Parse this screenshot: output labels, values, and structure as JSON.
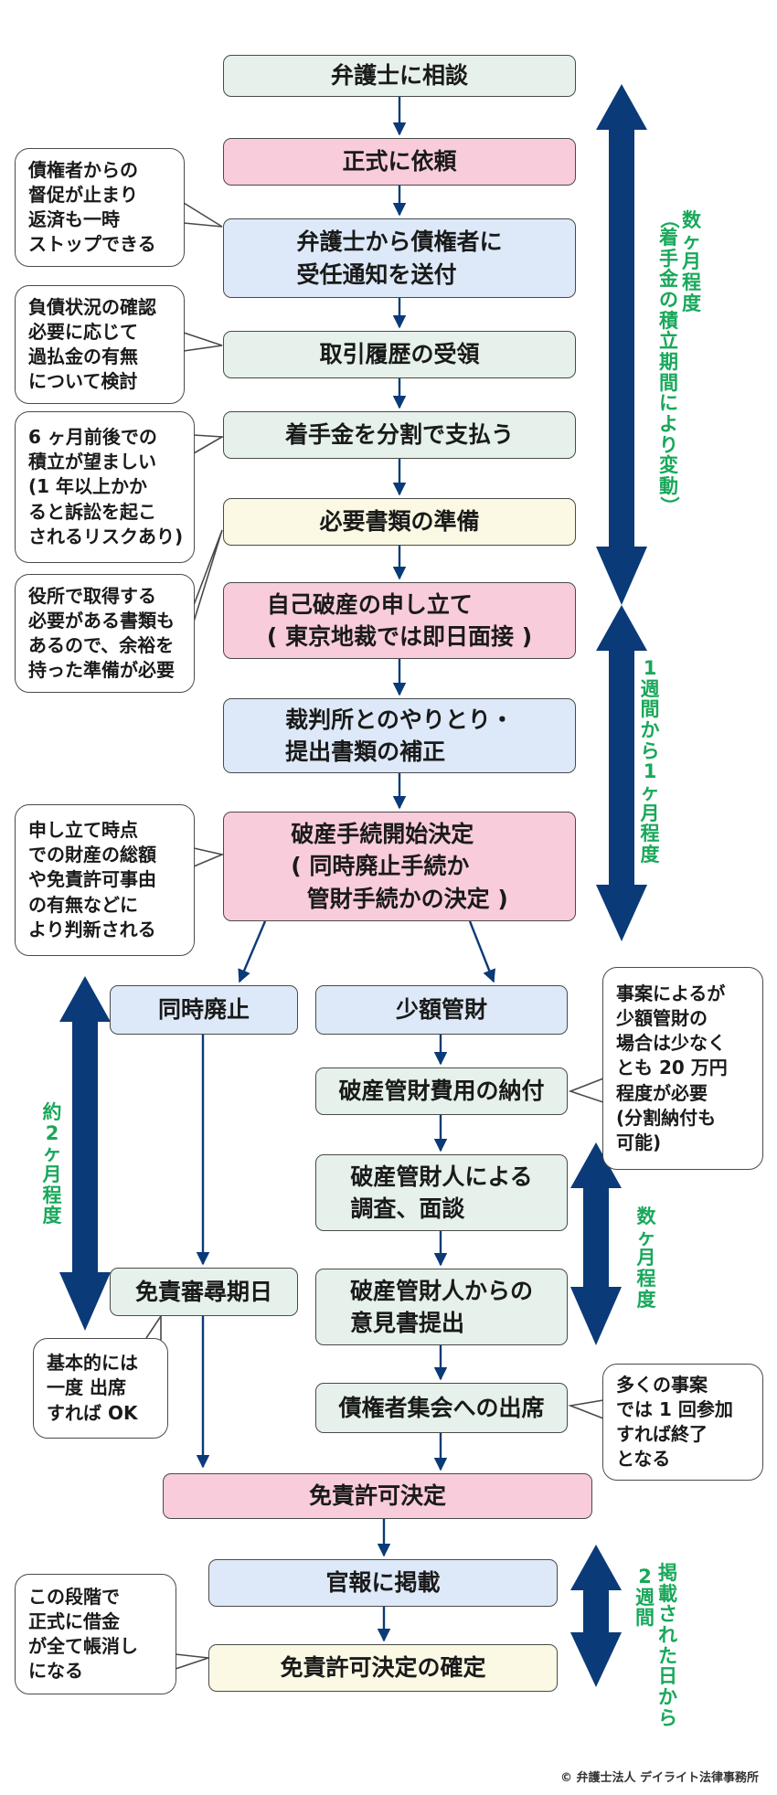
{
  "flow": {
    "consult": "弁護士に相談",
    "request": "正式に依頼",
    "notice": "弁護士から債権者に\n受任通知を送付",
    "history": "取引履歴の受領",
    "fee": "着手金を分割で支払う",
    "documents": "必要書類の準備",
    "petition": "自己破産の申し立て\n( 東京地裁では即日面接 )",
    "court": "裁判所とのやりとり・\n提出書類の補正",
    "decision": "破産手続開始決定\n( 同時廃止手続か\n  管財手続かの決定 )",
    "simultaneous": "同時廃止",
    "small": "少額管財",
    "payment": "破産管財費用の納付",
    "investigation": "破産管財人による\n調査、面談",
    "opinion": "破産管財人からの\n意見書提出",
    "creditors_meeting": "債権者集会への出席",
    "hearing": "免責審尋期日",
    "discharge": "免責許可決定",
    "gazette": "官報に掲載",
    "final": "免責許可決定の確定"
  },
  "notes": {
    "n1": "債権者からの\n督促が止まり\n返済も一時\nストップできる",
    "n2": "負債状況の確認\n必要に応じて\n過払金の有無\nについて検討",
    "n3": "6 ヶ月前後での\n積立が望ましい\n(1 年以上かか\nると訴訟を起こ\nされるリスクあり)",
    "n4": "役所で取得する\n必要がある書類も\nあるので、余裕を\n持った準備が必要",
    "n5": "申し立て時点\nでの財産の総額\nや免責許可事由\nの有無などに\nより判新される",
    "n6": "事案によるが\n少額管財の\n場合は少なく\nとも 20 万円\n程度が必要\n(分割納付も\n可能)",
    "n7": "基本的には\n一度 出席\nすれば OK",
    "n8": "多くの事案\nでは 1 回参加\nすれば終了\nとなる",
    "n9": "この段階で\n正式に借金\nが全て帳消し\nになる"
  },
  "durations": {
    "d1_main": "数ヶ月程度",
    "d1_sub": "（着手金の積立期間により変動）",
    "d2": "1週間から1ヶ月程度",
    "d3": "約2ヶ月程度",
    "d4": "数ヶ月程度",
    "d5_a": "2週間",
    "d5_b": "掲載された日から"
  },
  "copyright": "© 弁護士法人 デイライト法律事務所",
  "colors": {
    "arrow": "#0a3a78",
    "green_text": "#18a85a",
    "box_green": "#e5f1ea",
    "box_pink": "#f9ccdb",
    "box_blue": "#dde9f8",
    "box_cream": "#fbf8e3"
  }
}
